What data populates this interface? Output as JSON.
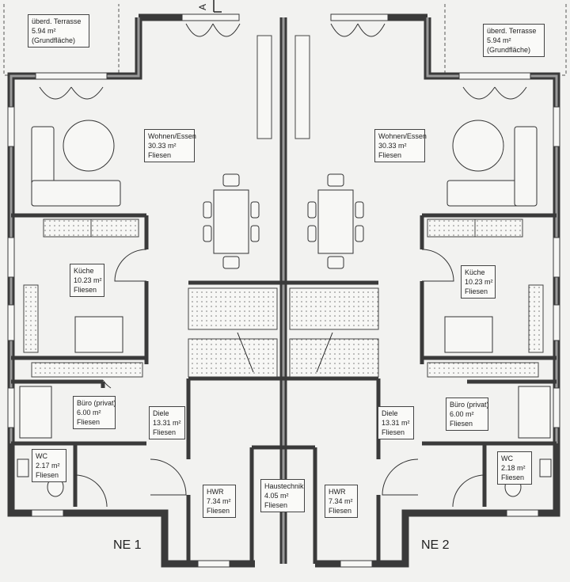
{
  "section_marker": "A",
  "units": {
    "left": "NE 1",
    "right": "NE 2"
  },
  "rooms_left": {
    "terrasse": {
      "name": "überd. Terrasse",
      "area": "5.94 m²",
      "note": "(Grundfläche)"
    },
    "wohnen": {
      "name": "Wohnen/Essen",
      "area": "30.33 m²",
      "floor": "Fliesen"
    },
    "kueche": {
      "name": "Küche",
      "area": "10.23 m²",
      "floor": "Fliesen"
    },
    "buero": {
      "name": "Büro (privat)",
      "area": "6.00 m²",
      "floor": "Fliesen"
    },
    "diele": {
      "name": "Diele",
      "area": "13.31 m²",
      "floor": "Fliesen"
    },
    "wc": {
      "name": "WC",
      "area": "2.17 m²",
      "floor": "Fliesen"
    },
    "hwr": {
      "name": "HWR",
      "area": "7.34 m²",
      "floor": "Fliesen"
    }
  },
  "rooms_right": {
    "terrasse": {
      "name": "überd. Terrasse",
      "area": "5.94 m²",
      "note": "(Grundfläche)"
    },
    "wohnen": {
      "name": "Wohnen/Essen",
      "area": "30.33 m²",
      "floor": "Fliesen"
    },
    "kueche": {
      "name": "Küche",
      "area": "10.23 m²",
      "floor": "Fliesen"
    },
    "buero": {
      "name": "Büro (privat)",
      "area": "6.00 m²",
      "floor": "Fliesen"
    },
    "diele": {
      "name": "Diele",
      "area": "13.31 m²",
      "floor": "Fliesen"
    },
    "wc": {
      "name": "WC",
      "area": "2.18 m²",
      "floor": "Fliesen"
    },
    "hwr": {
      "name": "HWR",
      "area": "7.34 m²",
      "floor": "Fliesen"
    }
  },
  "haustechnik": {
    "name": "Haustechnik",
    "area": "4.05 m²",
    "floor": "Fliesen"
  },
  "colors": {
    "wall": "#3a3a3a",
    "wall_fill": "#9a9a9a",
    "paper": "#f2f2f0"
  }
}
